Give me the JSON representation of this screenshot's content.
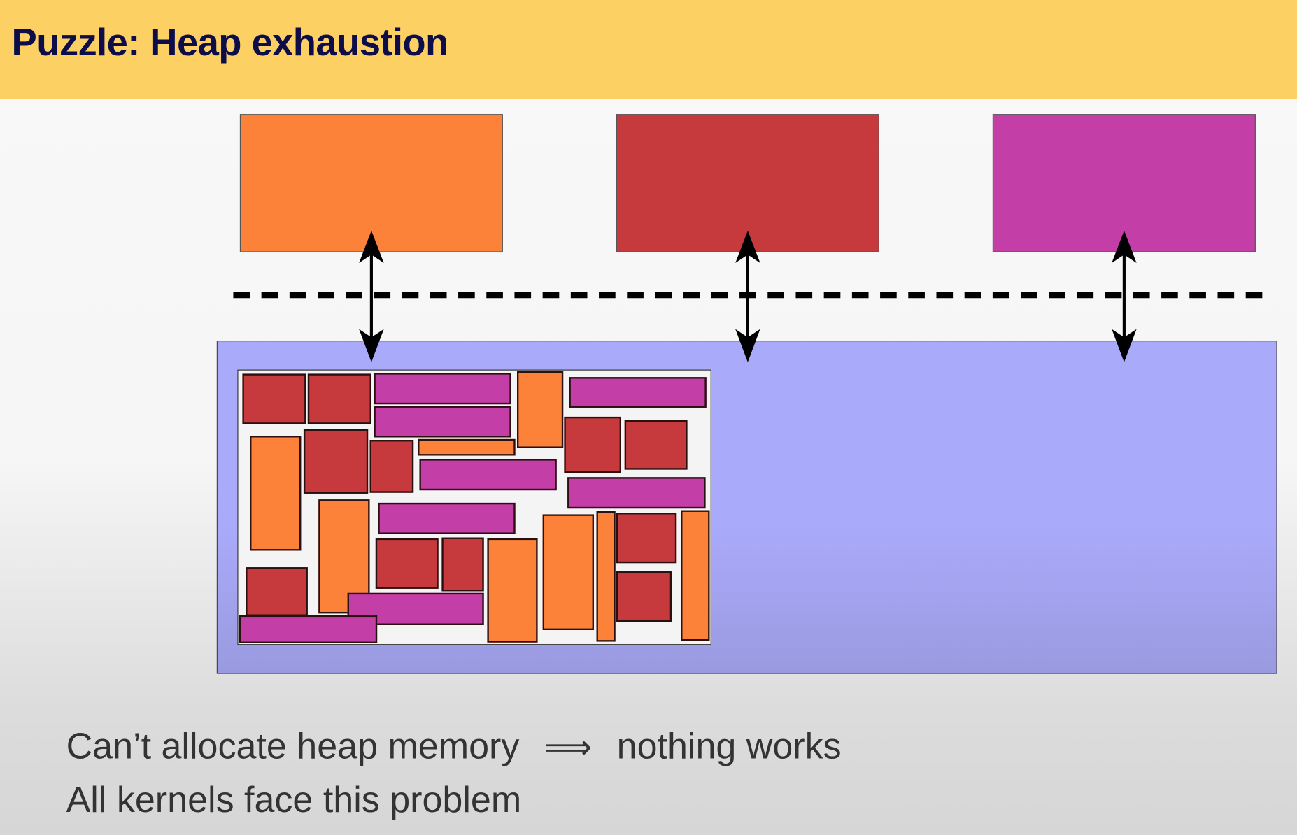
{
  "title": "Puzzle: Heap exhaustion",
  "colors": {
    "orange": "#fd8239",
    "red": "#c63a3d",
    "magenta": "#c43ea7",
    "heap": "#aaaafb",
    "header": "#fcd063"
  },
  "caption": {
    "line1_left": "Can’t allocate heap memory",
    "implies": "⟹",
    "line1_right": "nothing works",
    "line2": "All kernels face this problem"
  }
}
